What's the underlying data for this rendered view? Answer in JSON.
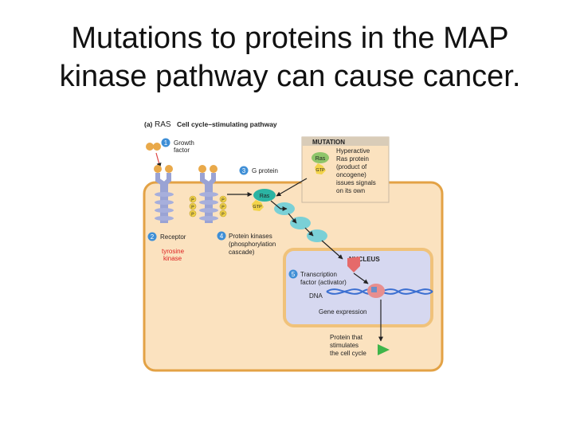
{
  "slide": {
    "title_line1": "Mutations to proteins in the MAP",
    "title_line2": "kinase pathway can cause cancer."
  },
  "diagram": {
    "panel_label": "(a)",
    "ras_label": "RAS",
    "panel_title": "Cell cycle–stimulating pathway",
    "steps": {
      "s1": {
        "num": "1",
        "line1": "Growth",
        "line2": "factor"
      },
      "s2": {
        "num": "2",
        "line1": "Receptor"
      },
      "s3": {
        "num": "3",
        "line1": "G protein"
      },
      "s4": {
        "num": "4",
        "line1": "Protein kinases",
        "line2": "(phosphorylation",
        "line3": "cascade)"
      },
      "s5": {
        "num": "5",
        "line1": "Transcription",
        "line2": "factor (activator)"
      }
    },
    "tyrosine_kinase": {
      "line1": "tyrosine",
      "line2": "kinase"
    },
    "mutation_box": {
      "header": "MUTATION",
      "ras": "Ras",
      "gtp": "GTP",
      "lines": [
        "Hyperactive",
        "Ras protein",
        "(product of",
        "oncogene)",
        "issues signals",
        "on its own"
      ]
    },
    "ras_gprotein": {
      "ras": "Ras",
      "gtp": "GTP"
    },
    "phosphate": "P",
    "nucleus": "NUCLEUS",
    "dna": "DNA",
    "gene_expression": "Gene expression",
    "protein_out": {
      "line1": "Protein that",
      "line2": "stimulates",
      "line3": "the cell cycle"
    }
  }
}
